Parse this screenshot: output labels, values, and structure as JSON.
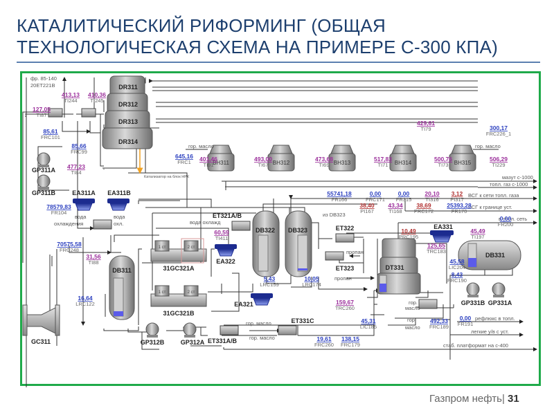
{
  "title": {
    "line1": "КАТАЛИТИЧЕСКИЙ РИФОРМИНГ (ОБЩАЯ",
    "line2": "ТЕХНОЛОГИЧЕСКАЯ СХЕМА НА ПРИМЕРЕ С-300 КПА)"
  },
  "footer": {
    "company": "Газпром нефть",
    "separator": "|",
    "page": "31"
  },
  "colors": {
    "frame": "#1faa4a",
    "title": "#1d3f6e",
    "value_blue": "#2b3fbf",
    "value_purple": "#9b2f9b",
    "value_red": "#b03030",
    "feed_arrow": "#f0a020"
  },
  "equipment": {
    "reactors": [
      "DR311",
      "DR312",
      "DR313",
      "DR314"
    ],
    "heaters": [
      "ВН311",
      "ВН312",
      "ВН313",
      "ВН314",
      "ВН315"
    ],
    "pumps": [
      "GP311A",
      "GP311B",
      "GP312B",
      "GP312A",
      "GP331B",
      "GP331A"
    ],
    "air_coolers": [
      "EA311A",
      "EA311B",
      "EA322",
      "EA321",
      "EA331"
    ],
    "exchangers": [
      "ET321A/B",
      "ET322",
      "ET323",
      "ET331C",
      "ET331A/B"
    ],
    "vessels": [
      "DB311",
      "DB322",
      "DB323",
      "DB331"
    ],
    "column": "DT331",
    "compressors": [
      "31GC321A",
      "31GC321B"
    ],
    "compressor_stages": [
      "1 ст",
      "2 ст"
    ],
    "gas_compressor": "GC311"
  },
  "stream_labels": {
    "feed": "фр. 85-140",
    "feed_src": "20ET221B",
    "hot_oil": "гор. масло",
    "hot_oil_split1": "гор.",
    "hot_oil_split2": "масло",
    "catalyst": "Катализатор на блок НРК",
    "cooling_water1": "вода",
    "cooling_water2": "охлаждения",
    "water_out1": "вода",
    "water_out2": "охл.",
    "water_cool": "вода охлажд",
    "mazut": "мазут с-1000",
    "fuel_gas": "топл. газ с-1000",
    "vsg_fuel": "ВСГ к сети топл. газа",
    "vsg_border": "ВСГ к границе уст.",
    "from_db323": "из DB323",
    "to_fuel_net": "в топл. сеть",
    "propane1": "пропан",
    "propane2": "пропан",
    "reflux": "рефлюкс в топл.",
    "light_hc": "легкие у/в с уст.",
    "stab_platformate": "стаб. платформат на с-400"
  },
  "instruments": [
    {
      "value": "413,13",
      "tag": "TI244",
      "color": "purple"
    },
    {
      "value": "410,36",
      "tag": "TI245",
      "color": "purple"
    },
    {
      "value": "127,05",
      "tag": "TI87",
      "color": "purple"
    },
    {
      "value": "85,61",
      "tag": "FRC101",
      "color": "blue"
    },
    {
      "value": "85,66",
      "tag": "FRC99",
      "color": "blue"
    },
    {
      "value": "477,23",
      "tag": "TI84",
      "color": "purple"
    },
    {
      "value": "645,16",
      "tag": "FRC1",
      "color": "blue"
    },
    {
      "value": "401,46",
      "tag": "TI91",
      "color": "purple"
    },
    {
      "value": "493,00",
      "tag": "TI67",
      "color": "purple"
    },
    {
      "value": "473,68",
      "tag": "TI69",
      "color": "purple"
    },
    {
      "value": "517,83",
      "tag": "TI71",
      "color": "purple"
    },
    {
      "value": "500,76",
      "tag": "TI73",
      "color": "purple"
    },
    {
      "value": "429,61",
      "tag": "TI79",
      "color": "purple"
    },
    {
      "value": "300,17",
      "tag": "FRC226_1",
      "color": "blue"
    },
    {
      "value": "506,29",
      "tag": "TI229",
      "color": "purple"
    },
    {
      "value": "78579,83",
      "tag": "FR104",
      "color": "blue"
    },
    {
      "value": "70575,58",
      "tag": "FRC248",
      "color": "blue"
    },
    {
      "value": "31,56",
      "tag": "TI88",
      "color": "purple"
    },
    {
      "value": "16,64",
      "tag": "LRC122",
      "color": "blue"
    },
    {
      "value": "60,59",
      "tag": "TI411",
      "color": "purple"
    },
    {
      "value": "5,43",
      "tag": "LRC159",
      "color": "blue"
    },
    {
      "value": "10,05",
      "tag": "LRC174",
      "color": "blue"
    },
    {
      "value": "55741,18",
      "tag": "FR166",
      "color": "blue"
    },
    {
      "value": "0,00",
      "tag": "FRC171",
      "color": "blue"
    },
    {
      "value": "0,00",
      "tag": "FR315",
      "color": "blue"
    },
    {
      "value": "20,10",
      "tag": "TI316",
      "color": "purple"
    },
    {
      "value": "3,12",
      "tag": "PI317",
      "color": "red"
    },
    {
      "value": "38,40",
      "tag": "PI167",
      "color": "red"
    },
    {
      "value": "43,34",
      "tag": "TI168",
      "color": "purple"
    },
    {
      "value": "38,69",
      "tag": "PRC172",
      "color": "red"
    },
    {
      "value": "25393,28",
      "tag": "FR170",
      "color": "blue"
    },
    {
      "value": "0,00",
      "tag": "FR200",
      "color": "blue"
    },
    {
      "value": "10,49",
      "tag": "PRC195",
      "color": "red"
    },
    {
      "value": "45,49",
      "tag": "TI197",
      "color": "purple"
    },
    {
      "value": "125,65",
      "tag": "TRC183",
      "color": "purple"
    },
    {
      "value": "45,58",
      "tag": "LIC204",
      "color": "blue"
    },
    {
      "value": "8,43",
      "tag": "FRC190",
      "color": "blue"
    },
    {
      "value": "159,67",
      "tag": "TRC260",
      "color": "purple"
    },
    {
      "value": "45,31",
      "tag": "LIC185",
      "color": "blue"
    },
    {
      "value": "492,33",
      "tag": "FRC189",
      "color": "blue"
    },
    {
      "value": "0,00",
      "tag": "FR191",
      "color": "blue"
    },
    {
      "value": "19,61",
      "tag": "FRC260",
      "color": "blue"
    },
    {
      "value": "138,15",
      "tag": "FRC179",
      "color": "blue"
    }
  ]
}
